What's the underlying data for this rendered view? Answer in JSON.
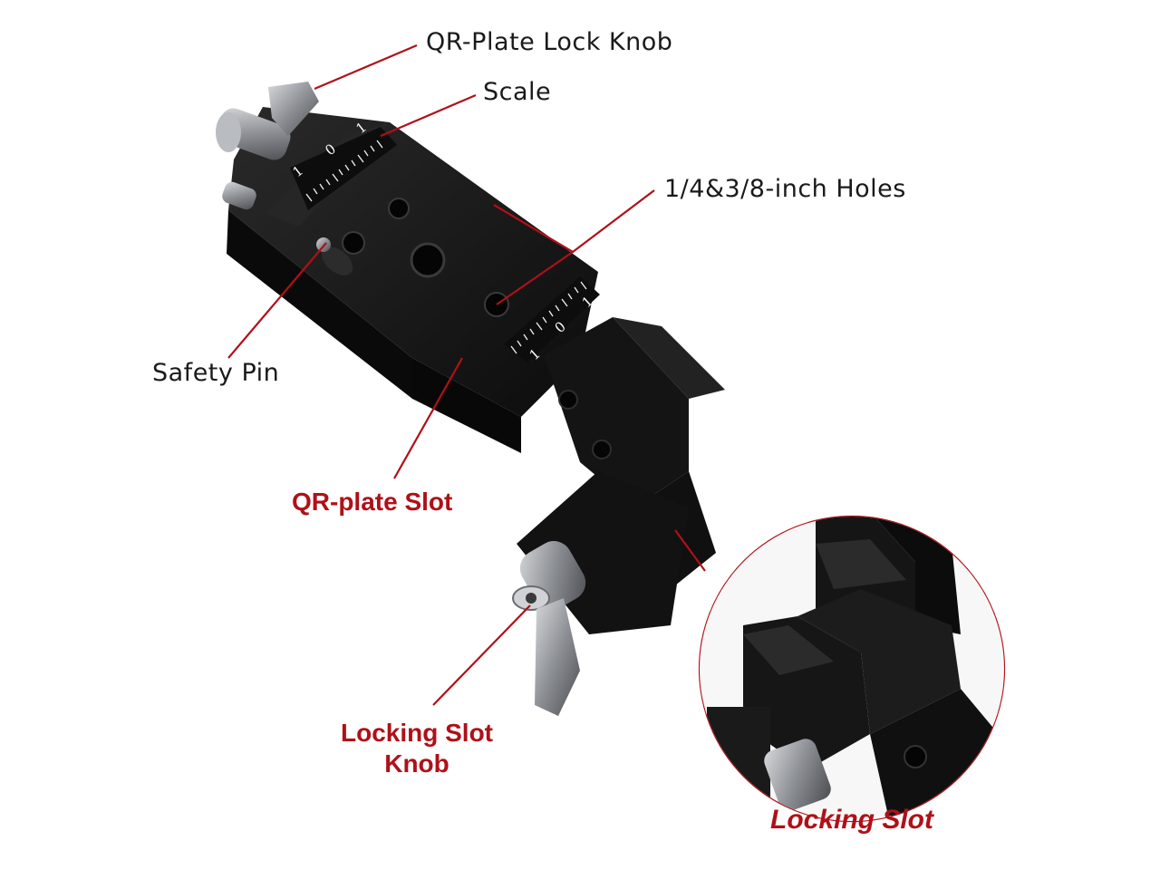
{
  "labels": {
    "qr_plate_lock_knob": "QR-Plate Lock Knob",
    "scale": "Scale",
    "holes": "1/4&3/8-inch Holes",
    "safety_pin": "Safety Pin",
    "qr_plate_slot": "QR-plate Slot",
    "locking_slot_knob_line1": "Locking Slot",
    "locking_slot_knob_line2": "Knob",
    "locking_slot": "Locking Slot"
  },
  "scale_marks": {
    "top_left": "1",
    "top_center": "0",
    "top_right": "1",
    "right_left": "1",
    "right_center": "0",
    "right_right": "1"
  },
  "colors": {
    "red_label": "#b01018",
    "leader_line": "#b01018",
    "body_metal": "#151515",
    "knob_silver": "#8c8f94"
  }
}
